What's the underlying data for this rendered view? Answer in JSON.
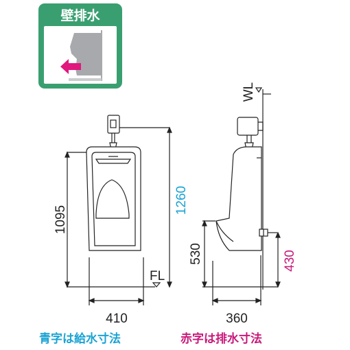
{
  "badge": {
    "title": "壁排水",
    "colors": {
      "green": "#3a9f70",
      "arrow": "#e0177f",
      "fixture": "#a7a9ac"
    }
  },
  "labels": {
    "wl": "WL",
    "fl": "FL"
  },
  "dimensions": {
    "front_width": "410",
    "front_height": "1095",
    "supply_height": "1260",
    "side_depth": "360",
    "side_height": "530",
    "drain_height": "430"
  },
  "legend": {
    "supply_note": "青字は給水寸法",
    "drain_note": "赤字は排水寸法"
  },
  "colors": {
    "supply": "#1aa3d4",
    "drain": "#c8197a",
    "line": "#222222",
    "fill": "#ffffff"
  }
}
